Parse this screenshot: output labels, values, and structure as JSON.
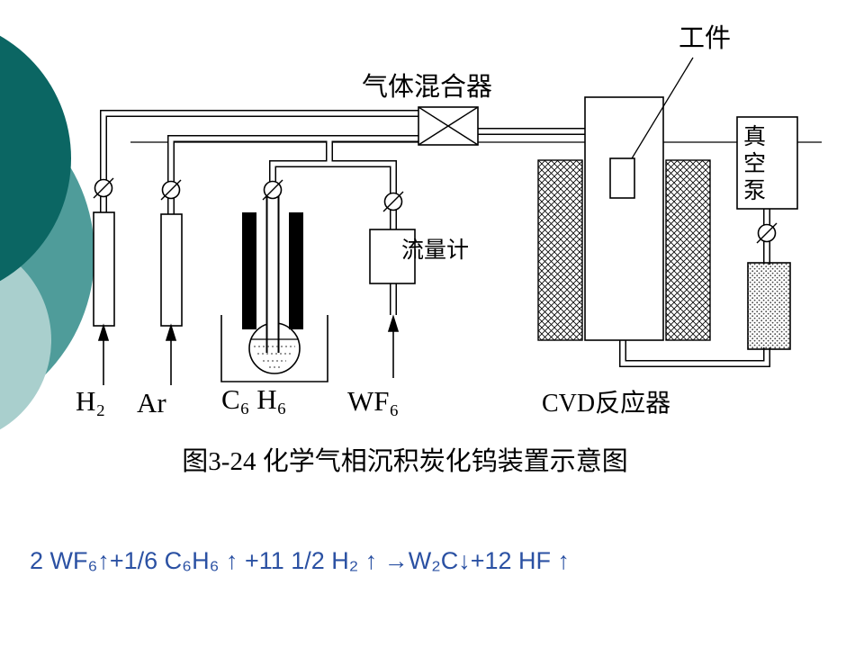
{
  "slide": {
    "background": "#ffffff",
    "decor_colors": {
      "dark": "#0b6663",
      "mid": "#4f9c9a",
      "light": "#a9cfcd"
    },
    "line_color": "#000000"
  },
  "diagram": {
    "gas_mixer_label": "气体混合器",
    "workpiece_label": "工件",
    "vacuum_pump_label": "真空泵",
    "flow_meter_label": "流量计",
    "reactor_label": "CVD反应器",
    "gas_h2": "H₂",
    "gas_ar": "Ar",
    "gas_c6h6": "C₆ H₆",
    "gas_wf6": "WF₆"
  },
  "caption": "图3-24 化学气相沉积炭化钨装置示意图",
  "equation": {
    "text": "2 WF₆↑+1/6 C₆H₆ ↑ +11 1/2 H₂ ↑ →W₂C↓+12 HF ↑",
    "color": "#2b51a3"
  }
}
